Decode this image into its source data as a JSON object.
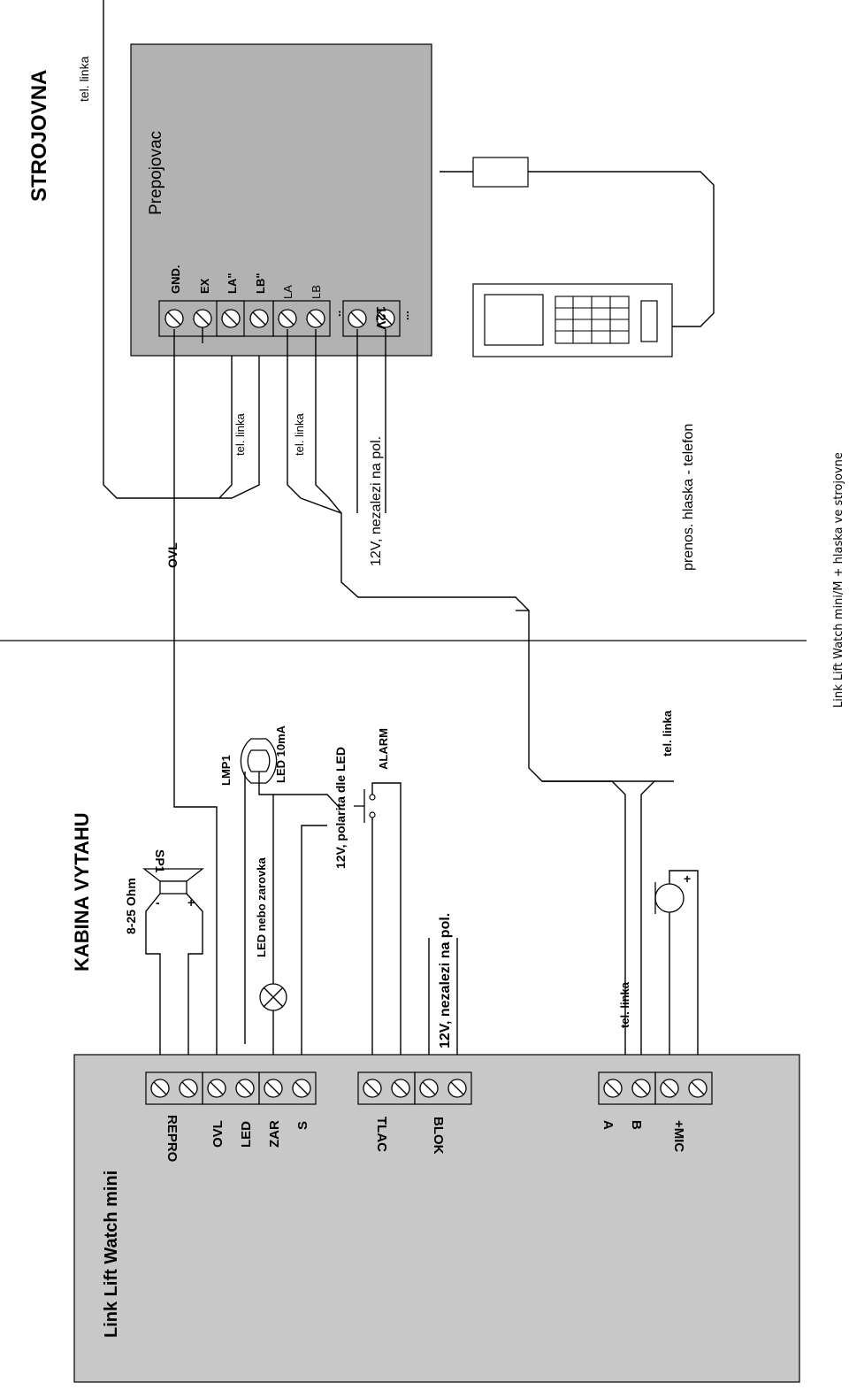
{
  "regions": {
    "machine_room": "STROJOVNA",
    "cabin": "KABINA VYTAHU"
  },
  "caption": "Link Lift Watch mini/M + hlaska ve strojovne",
  "switcher": {
    "title": "Prepojovac",
    "terminals": [
      "GND.",
      "EX",
      "LA\"",
      "LB\"",
      "LA",
      "LB",
      "..",
      "12V",
      "..."
    ]
  },
  "main_unit": {
    "title": "Link Lift Watch mini",
    "terminal_labels": {
      "repro": "REPRO",
      "ovl": "OVL",
      "led": "LED",
      "zar": "ZAR",
      "s": "S",
      "tlac": "TLAC",
      "blok": "BLOK",
      "a": "A",
      "b": "B",
      "mic": "+MIC"
    }
  },
  "labels": {
    "tel_linka_top": "tel. linka",
    "tel_linka_1": "tel. linka",
    "tel_linka_2": "tel. linka",
    "power_machine_room": "12V, nezalezi na pol.",
    "ovl_wire": "OVL",
    "handset": "prenos. hlaska - telefon",
    "speaker_impedance": "8-25 Ohm",
    "speaker_ref": "SP1",
    "speaker_minus": "-",
    "speaker_plus": "+",
    "lamp_ref": "LMP1",
    "lamp_led": "LED 10mA",
    "lamp_alt": "LED nebo zarovka",
    "led_polarity": "12V, polarita dle LED",
    "alarm": "ALARM",
    "power_cabin": "12V, nezalezi na pol.",
    "tel_linka_cabin": "tel. linka",
    "tel_linka_cabin_2": "tel. linka",
    "mic_plus": "+"
  }
}
